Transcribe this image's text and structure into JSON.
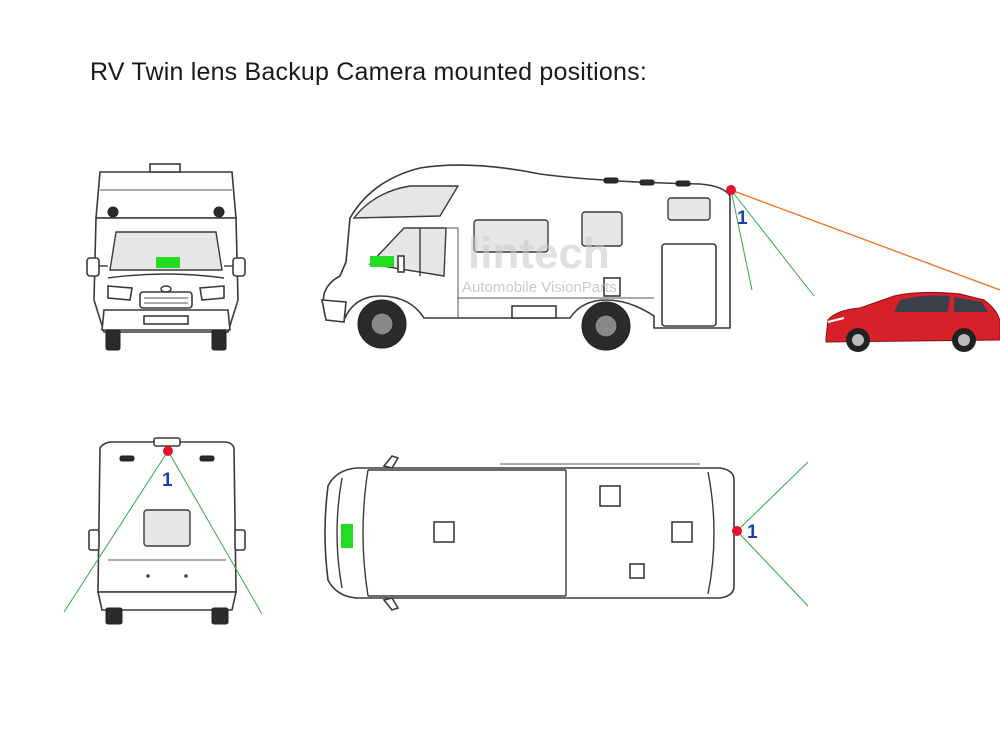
{
  "title": "RV Twin lens Backup Camera mounted positions:",
  "camera_label": "1",
  "watermark": {
    "brand": "lintech",
    "tagline": "Automobile VisionParts"
  },
  "colors": {
    "camera_dot": "#e8102a",
    "monitor": "#22dd22",
    "view_lines": "#33aa44",
    "sight_line": "#f07020",
    "label": "#1c3fb0",
    "car_body": "#d8202a"
  },
  "views": [
    "front-view",
    "side-view",
    "rear-view",
    "top-view"
  ]
}
